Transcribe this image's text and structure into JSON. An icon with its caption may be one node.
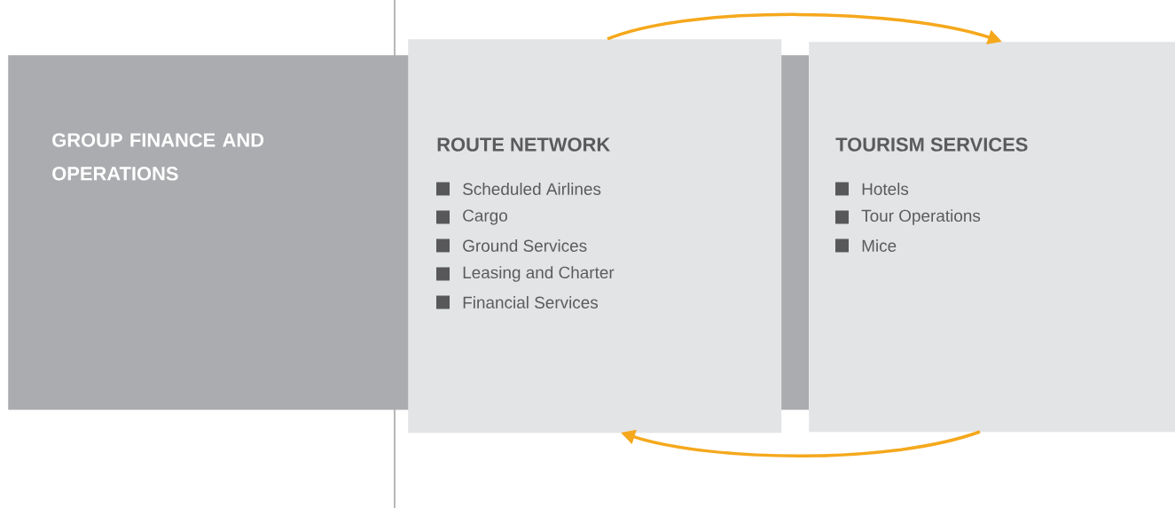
{
  "diagram": {
    "nodes": [
      {
        "text": [
          "GROUP FINANCE AND OPERATIONS"
        ]
      },
      {
        "text": [
          "ROUTE NETWORK",
          "Scheduled Airlines",
          "Cargo",
          "Ground Services",
          "Leasing and Charter",
          "Financial Services"
        ]
      },
      {
        "text": [
          "TOURISM SERVICES",
          "Hotels",
          "Tour Operations",
          "Mice"
        ]
      }
    ],
    "edges": [
      {
        "from": 1,
        "to": 2,
        "arrow": "to",
        "color": "#f5a81c"
      },
      {
        "from": 2,
        "to": 1,
        "arrow": "to",
        "color": "#f5a81c"
      }
    ]
  }
}
